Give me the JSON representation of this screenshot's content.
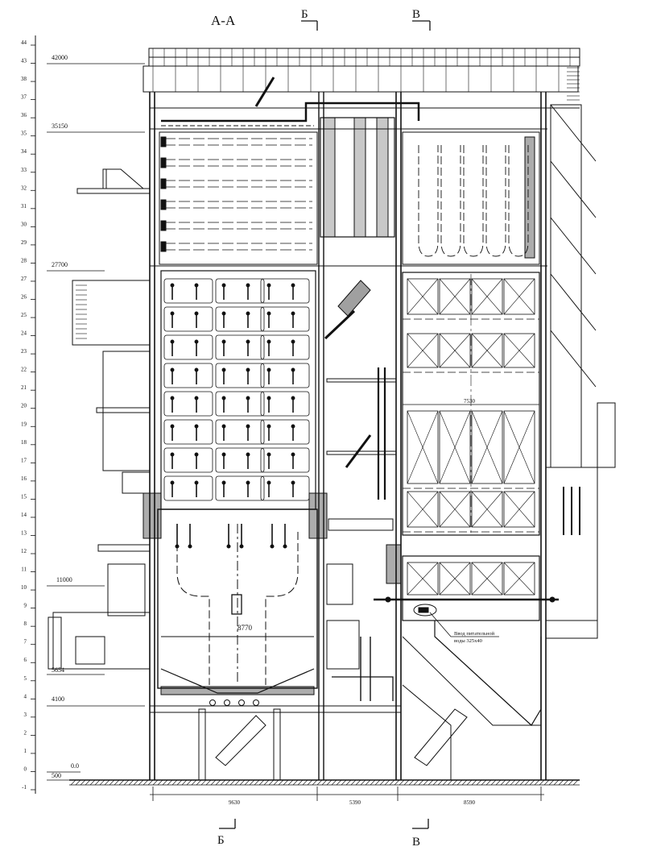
{
  "section_label": "А-А",
  "cut_marks": {
    "b_top": "Б",
    "v_top": "В",
    "b_bottom": "Б",
    "v_bottom": "В"
  },
  "scale_ticks": [
    "44",
    "43",
    "38",
    "37",
    "36",
    "35",
    "34",
    "33",
    "32",
    "31",
    "30",
    "29",
    "28",
    "27",
    "26",
    "25",
    "24",
    "23",
    "22",
    "21",
    "20",
    "19",
    "18",
    "17",
    "16",
    "15",
    "14",
    "13",
    "12",
    "11",
    "10",
    "9",
    "8",
    "7",
    "6",
    "5",
    "4",
    "3",
    "2",
    "1",
    "0",
    "-1"
  ],
  "elevations": {
    "e42000": "42000",
    "e35150": "35150",
    "e27700": "27700",
    "e11000": "11000",
    "e5654": "5654",
    "e4100": "4100",
    "e0": "0.0",
    "e500": "500"
  },
  "dimensions": {
    "d9630": "9630",
    "d5390": "5390",
    "d8590": "8590",
    "d7530": "7530"
  },
  "furnace_label": "8770",
  "callout": {
    "line1": "Ввод питательной",
    "line2": "воды 325х40"
  }
}
